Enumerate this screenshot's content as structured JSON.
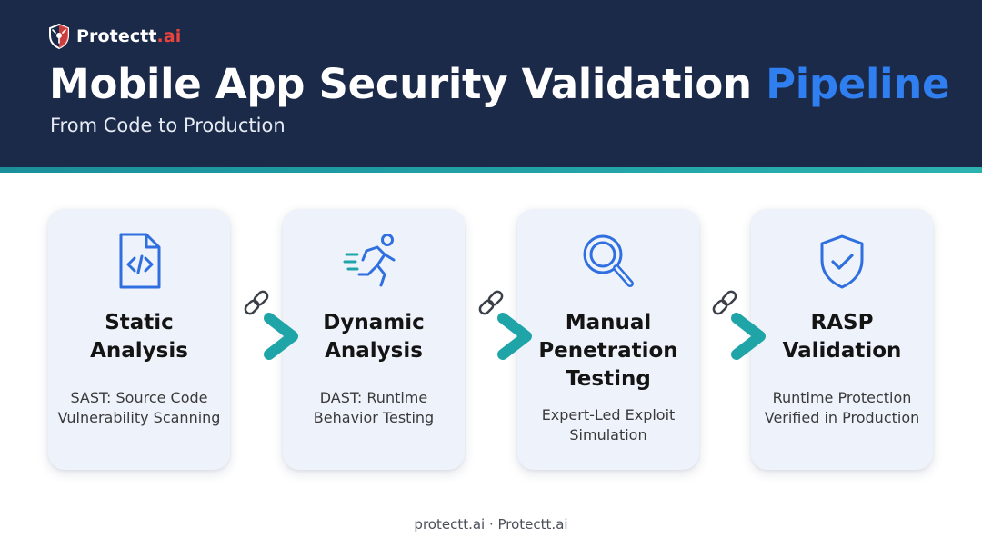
{
  "header": {
    "brand": {
      "name": "Protectt",
      "suffix": ".ai"
    },
    "title_main": "Mobile App Security Validation",
    "title_accent": "Pipeline",
    "subtitle": "From Code to Production"
  },
  "stages": [
    {
      "title_lines": [
        "Static",
        "Analysis"
      ],
      "desc_lines": [
        "SAST: Source Code",
        "Vulnerability Scanning"
      ],
      "icon": "code-file-icon"
    },
    {
      "title_lines": [
        "Dynamic",
        "Analysis"
      ],
      "desc_lines": [
        "DAST: Runtime",
        "Behavior Testing"
      ],
      "icon": "running-person-icon"
    },
    {
      "title_lines": [
        "Manual",
        "Penetration",
        "Testing"
      ],
      "desc_lines": [
        "Expert-Led Exploit",
        "Simulation"
      ],
      "icon": "magnifier-icon"
    },
    {
      "title_lines": [
        "RASP",
        "Validation"
      ],
      "desc_lines": [
        "Runtime Protection",
        "Verified in Production"
      ],
      "icon": "shield-check-icon"
    }
  ],
  "connectors": {
    "icon": "link-icon",
    "arrow": "arrow-right-icon"
  },
  "footer": {
    "text": "protectt.ai · Protectt.ai"
  },
  "colors": {
    "header_bg": "#1c2a4a",
    "accent_blue": "#2f7ff0",
    "brand_red": "#e8433c",
    "teal": "#1fa5a8",
    "card_bg": "#eef3fb",
    "icon_blue": "#2f6fe0"
  }
}
